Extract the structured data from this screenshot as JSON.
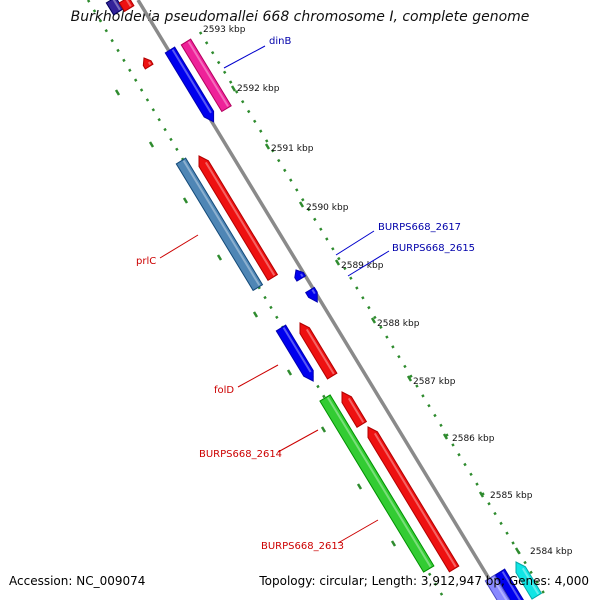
{
  "title": "Burkholderia pseudomallei 668 chromosome I, complete genome",
  "footer": {
    "accession": "Accession: NC_009074",
    "topology": "Topology: circular; Length: 3,912,947 bp; Genes: 4,000"
  },
  "colors": {
    "backbone": "#8a8a8a",
    "tick_dots": "#2e8b2e",
    "label_blue": "#0000aa",
    "label_red": "#cc0000",
    "gene_red": "#ee1111",
    "gene_blue": "#0000ee",
    "gene_magenta": "#ee2299",
    "gene_steel": "#4f86b5",
    "gene_green": "#33cc33",
    "gene_cyan": "#11e5e5",
    "gene_navy": "#332299"
  },
  "scale_labels": [
    "2593 kbp",
    "2592 kbp",
    "2591 kbp",
    "2590 kbp",
    "2589 kbp",
    "2588 kbp",
    "2587 kbp",
    "2586 kbp",
    "2585 kbp",
    "2584 kbp"
  ],
  "gene_labels": {
    "dinB": "dinB",
    "burps2617": "BURPS668_2617",
    "burps2615": "BURPS668_2615",
    "prlC": "prlC",
    "folD": "folD",
    "burps2614": "BURPS668_2614",
    "burps2613": "BURPS668_2613"
  }
}
